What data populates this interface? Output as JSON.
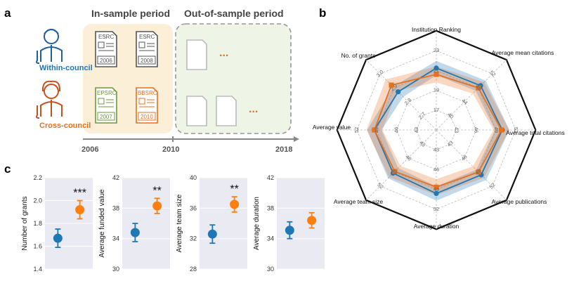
{
  "panel_a": {
    "label": "a",
    "in_sample_title": "In-sample period",
    "out_sample_title": "Out-of-sample period",
    "within_council_label": "Within-council",
    "cross_council_label": "Cross-council",
    "docs": [
      {
        "org": "ESRC",
        "year": "2006"
      },
      {
        "org": "ESRC",
        "year": "2008"
      },
      {
        "org": "EPSRC",
        "year": "2007"
      },
      {
        "org": "BBSRC",
        "year": "2010"
      }
    ],
    "ellipsis": "...",
    "timeline": [
      "2006",
      "2010",
      "2018"
    ],
    "colors": {
      "within": "#1f77b4",
      "cross": "#e8701f",
      "in_sample_bg": "#fbefd7",
      "out_sample_bg": "#eef5e6",
      "epsrc": "#6c9a3c",
      "bbsrc": "#e8701f"
    }
  },
  "panel_b": {
    "label": "b",
    "axes": [
      {
        "name": "Institution Ranking",
        "ticks": [
          "17",
          "19",
          "21",
          "23"
        ]
      },
      {
        "name": "Average mean citations",
        "ticks": [
          "40",
          "44",
          "48",
          "52"
        ]
      },
      {
        "name": "Average total citations",
        "ticks": [
          "43",
          "46",
          "49",
          "52"
        ]
      },
      {
        "name": "Average publications",
        "ticks": [
          "43",
          "46",
          "49",
          "52"
        ]
      },
      {
        "name": "Average duration",
        "ticks": [
          "43",
          "46",
          "49",
          "52"
        ]
      },
      {
        "name": "Average team size",
        "ticks": [
          "43",
          "46",
          "49",
          "52"
        ]
      },
      {
        "name": "Average value",
        "ticks": [
          "43",
          "46",
          "49",
          "52"
        ]
      },
      {
        "name": "No. of grants",
        "ticks": [
          "2.7",
          "2.8",
          "2.9",
          "3.0"
        ]
      }
    ]
  },
  "panel_c": {
    "label": "c"
  },
  "chart_data": [
    {
      "type": "radar",
      "axes": [
        "Institution Ranking",
        "Average mean citations",
        "Average total citations",
        "Average publications",
        "Average duration",
        "Average team size",
        "Average value",
        "No. of grants"
      ],
      "scale_fraction_range": [
        0,
        1
      ],
      "series": [
        {
          "color": "#1f77b4",
          "values_fraction": [
            0.78,
            0.79,
            0.83,
            0.8,
            0.8,
            0.77,
            0.78,
            0.68
          ],
          "band_fraction": 0.09
        },
        {
          "color": "#e8701f",
          "values_fraction": [
            0.7,
            0.75,
            0.82,
            0.75,
            0.72,
            0.74,
            0.78,
            0.8
          ],
          "band_fraction": 0.1
        }
      ]
    },
    {
      "type": "scatter",
      "ylabel": "Number of grants",
      "ylim": [
        1.4,
        2.2
      ],
      "yticks": [
        "1.4",
        "1.6",
        "1.8",
        "2.0",
        "2.2"
      ],
      "points": [
        {
          "color": "#1f77b4",
          "y": 1.67,
          "err": 0.08
        },
        {
          "color": "#ff7f0e",
          "y": 1.92,
          "err": 0.08
        }
      ],
      "annotation": "***"
    },
    {
      "type": "scatter",
      "ylabel": "Average funded value",
      "ylim": [
        30,
        42
      ],
      "yticks": [
        "30",
        "34",
        "38",
        "42"
      ],
      "points": [
        {
          "color": "#1f77b4",
          "y": 34.8,
          "err": 1.2
        },
        {
          "color": "#ff7f0e",
          "y": 38.3,
          "err": 1.0
        }
      ],
      "annotation": "**"
    },
    {
      "type": "scatter",
      "ylabel": "Average team size",
      "ylim": [
        28,
        40
      ],
      "yticks": [
        "28",
        "32",
        "36",
        "40"
      ],
      "points": [
        {
          "color": "#1f77b4",
          "y": 32.6,
          "err": 1.2
        },
        {
          "color": "#ff7f0e",
          "y": 36.5,
          "err": 1.0
        }
      ],
      "annotation": "**"
    },
    {
      "type": "scatter",
      "ylabel": "Average duration",
      "ylim": [
        30,
        42
      ],
      "yticks": [
        "30",
        "34",
        "38",
        "42"
      ],
      "points": [
        {
          "color": "#1f77b4",
          "y": 35.1,
          "err": 1.1
        },
        {
          "color": "#ff7f0e",
          "y": 36.4,
          "err": 1.0
        }
      ],
      "annotation": ""
    }
  ]
}
